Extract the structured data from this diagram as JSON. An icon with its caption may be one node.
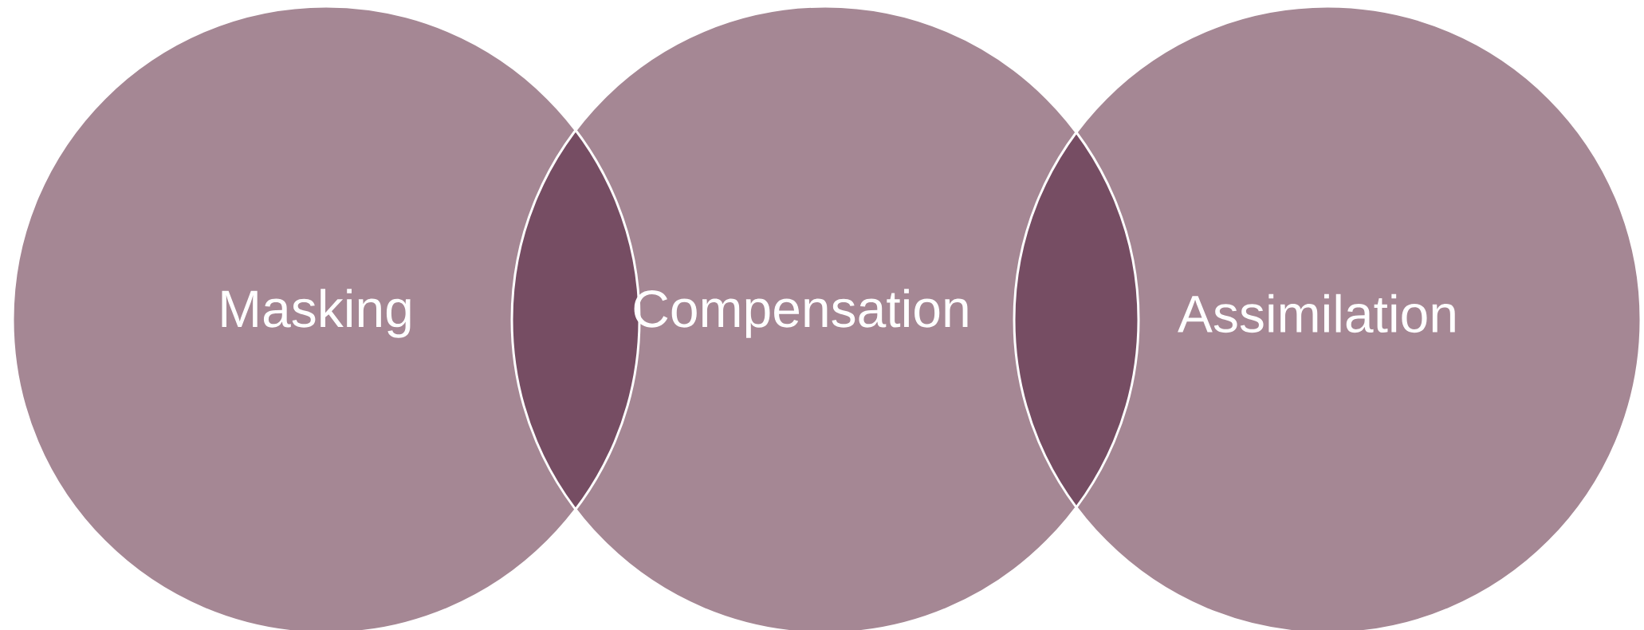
{
  "diagram": {
    "nodes": [
      {
        "text": [
          "Masking"
        ]
      },
      {
        "text": [
          "Compensation"
        ]
      },
      {
        "text": [
          "Assimilation"
        ]
      }
    ]
  }
}
